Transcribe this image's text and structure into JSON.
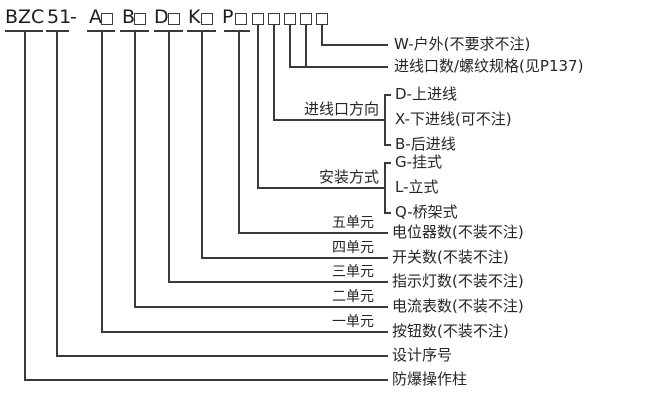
{
  "colors": {
    "line": "#3a3a3a",
    "text": "#262626",
    "background": "#ffffff"
  },
  "title": {
    "prefix": "BZC",
    "series": "51",
    "dash": "-",
    "units": [
      "A",
      "B",
      "D",
      "K",
      "P"
    ]
  },
  "callouts": {
    "outdoor": "W-户外(不要求不注)",
    "inlet_spec": "进线口数/螺纹规格(见P137)",
    "inlet_direction": {
      "label": "进线口方向",
      "options": [
        "D-上进线",
        "X-下进线(可不注)",
        "B-后进线"
      ]
    },
    "mounting": {
      "label": "安装方式",
      "options": [
        "G-挂式",
        "L-立式",
        "Q-桥架式"
      ]
    },
    "units": [
      {
        "unit": "五单元",
        "desc": "电位器数(不装不注)"
      },
      {
        "unit": "四单元",
        "desc": "开关数(不装不注)"
      },
      {
        "unit": "三单元",
        "desc": "指示灯数(不装不注)"
      },
      {
        "unit": "二单元",
        "desc": "电流表数(不装不注)"
      },
      {
        "unit": "一单元",
        "desc": "按钮数(不装不注)"
      }
    ],
    "design": "设计序号",
    "product": "防爆操作柱"
  }
}
